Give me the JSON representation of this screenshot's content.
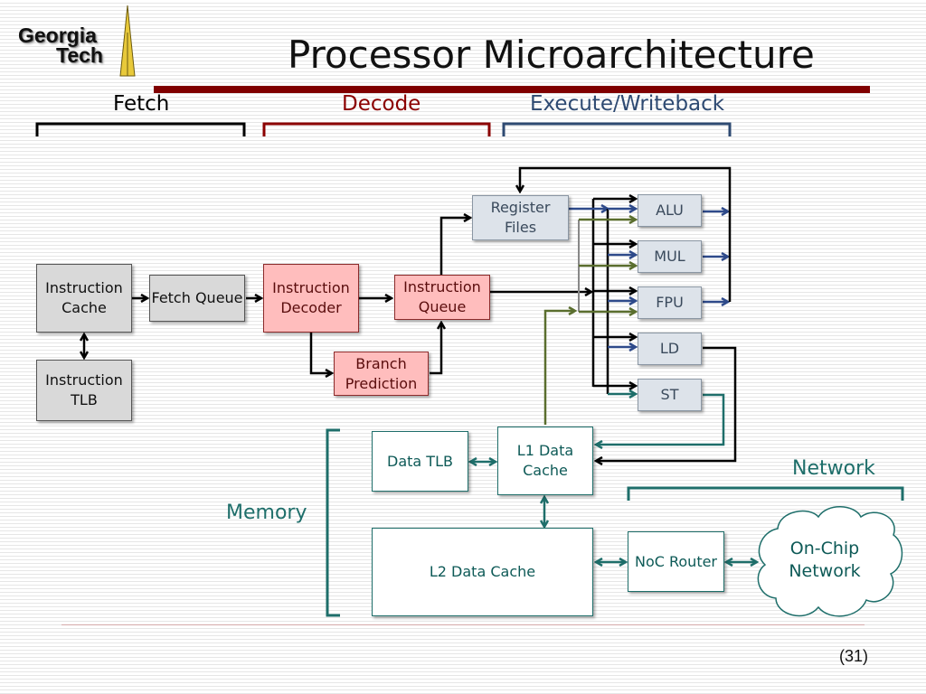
{
  "logo": {
    "line1": "Georgia",
    "line2": "Tech"
  },
  "title": "Processor Microarchitecture",
  "stages": {
    "fetch": {
      "label": "Fetch",
      "color": "#000000"
    },
    "decode": {
      "label": "Decode",
      "color": "#8b0000"
    },
    "execute": {
      "label": "Execute/Writeback",
      "color": "#2e4a72"
    }
  },
  "blocks": {
    "instruction_cache": "Instruction Cache",
    "instruction_tlb": "Instruction TLB",
    "fetch_queue": "Fetch Queue",
    "instruction_decoder": "Instruction Decoder",
    "branch_prediction": "Branch Prediction",
    "instruction_queue": "Instruction Queue",
    "register_files": "Register Files",
    "alu": "ALU",
    "mul": "MUL",
    "fpu": "FPU",
    "ld": "LD",
    "st": "ST",
    "data_tlb": "Data TLB",
    "l1_data_cache": "L1 Data Cache",
    "l2_data_cache": "L2 Data Cache",
    "noc_router": "NoC Router",
    "on_chip_network": "On-Chip Network"
  },
  "groups": {
    "memory": "Memory",
    "network": "Network"
  },
  "colors": {
    "brand_bar": "#800000",
    "teal": "#1e6e6a",
    "blue_wire": "#2e4a8a",
    "green_wire": "#5a6e2e"
  },
  "page_number": "(31)"
}
